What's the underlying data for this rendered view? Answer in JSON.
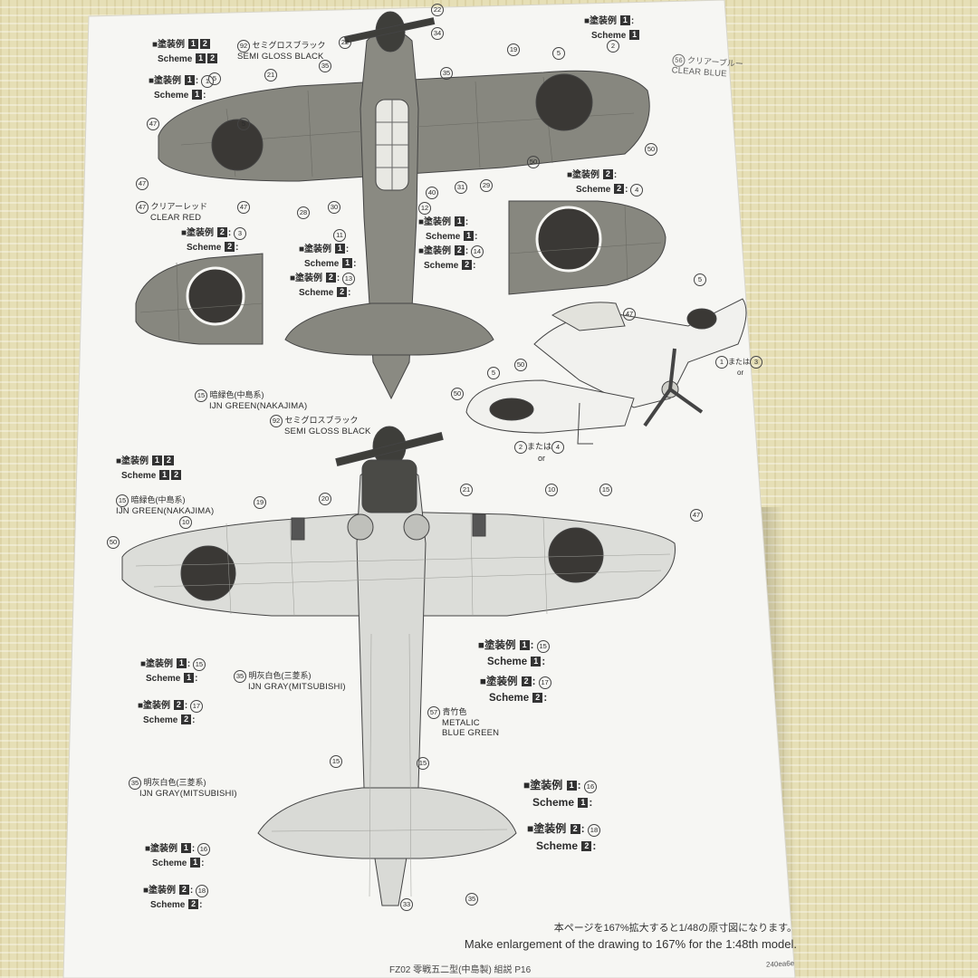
{
  "colors": {
    "paper": "#f6f6f3",
    "fuselage_green": "#87877f",
    "hinomaru": "#3a3835",
    "underside_gray": "#d9dad6",
    "ink": "#2b2b2b"
  },
  "scheme": {
    "marker": "■",
    "word_jp": "塗装例",
    "word_en": "Scheme",
    "n1": "1",
    "n2": "2",
    "colon": ":"
  },
  "paints": {
    "p92_num": "92",
    "p92_jp": "セミグロスブラック",
    "p92_en": "SEMI GLOSS BLACK",
    "p15_num": "15",
    "p15_jp": "暗緑色(中島系)",
    "p15_en": "IJN GREEN(NAKAJIMA)",
    "p47_num": "47",
    "p47_jp": "クリアーレッド",
    "p47_en": "CLEAR RED",
    "p56_num": "56",
    "p56_jp": "クリアーブルー",
    "p56_en": "CLEAR BLUE",
    "p35_num": "35",
    "p35_jp": "明灰白色(三菱系)",
    "p35_en": "IJN GRAY(MITSUBISHI)",
    "p57_num": "57",
    "p57_jp": "青竹色",
    "p57_en1": "METALIC",
    "p57_en2": "BLUE GREEN"
  },
  "decal_refs": {
    "d1": "1",
    "d2": "2",
    "d3": "3",
    "d4": "4",
    "d5": "5",
    "d10": "10",
    "d11": "11",
    "d12": "12",
    "d13": "13",
    "d14": "14",
    "d16": "16",
    "d17": "17",
    "d18": "18",
    "d15": "15",
    "d19": "19",
    "d20": "20",
    "d21": "21",
    "d22": "22",
    "d28": "28",
    "d29": "29",
    "d30": "30",
    "d31": "31",
    "d33": "33",
    "d34": "34",
    "d35": "35",
    "d40": "40",
    "d47": "47",
    "d50": "50"
  },
  "or_text": {
    "jp": "または",
    "en": "or"
  },
  "footer": {
    "note_jp": "本ページを167%拡大すると1/48の原寸図になります。",
    "note_en": "Make enlargement of the drawing to 167% for the 1:48th model.",
    "page": "FZ02 零戦五二型(中島製) 組説 P16",
    "code": "240ea6e"
  }
}
